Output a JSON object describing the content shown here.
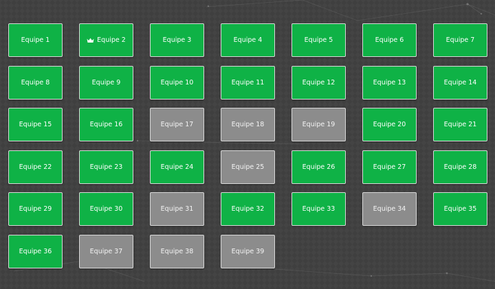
{
  "colors": {
    "background": "#3f3f3f",
    "active_tile": "#0fb246",
    "inactive_tile": "#8c8c8c",
    "tile_border": "#d9d9d9",
    "tile_text": "#ffffff"
  },
  "teams": [
    {
      "label": "Equipe 1",
      "status": "active"
    },
    {
      "label": "Equipe 2",
      "status": "active",
      "icon": "crown-icon"
    },
    {
      "label": "Equipe 3",
      "status": "active"
    },
    {
      "label": "Equipe 4",
      "status": "active"
    },
    {
      "label": "Equipe 5",
      "status": "active"
    },
    {
      "label": "Equipe 6",
      "status": "active"
    },
    {
      "label": "Equipe 7",
      "status": "active"
    },
    {
      "label": "Equipe 8",
      "status": "active"
    },
    {
      "label": "Equipe 9",
      "status": "active"
    },
    {
      "label": "Equipe 10",
      "status": "active"
    },
    {
      "label": "Equipe 11",
      "status": "active"
    },
    {
      "label": "Equipe 12",
      "status": "active"
    },
    {
      "label": "Equipe 13",
      "status": "active"
    },
    {
      "label": "Equipe 14",
      "status": "active"
    },
    {
      "label": "Equipe 15",
      "status": "active"
    },
    {
      "label": "Equipe 16",
      "status": "active"
    },
    {
      "label": "Equipe 17",
      "status": "inactive"
    },
    {
      "label": "Equipe 18",
      "status": "inactive"
    },
    {
      "label": "Equipe 19",
      "status": "inactive"
    },
    {
      "label": "Equipe 20",
      "status": "active"
    },
    {
      "label": "Equipe 21",
      "status": "active"
    },
    {
      "label": "Equipe 22",
      "status": "active"
    },
    {
      "label": "Equipe 23",
      "status": "active"
    },
    {
      "label": "Equipe 24",
      "status": "active"
    },
    {
      "label": "Equipe 25",
      "status": "inactive"
    },
    {
      "label": "Equipe 26",
      "status": "active"
    },
    {
      "label": "Equipe 27",
      "status": "active"
    },
    {
      "label": "Equipe 28",
      "status": "active"
    },
    {
      "label": "Equipe 29",
      "status": "active"
    },
    {
      "label": "Equipe 30",
      "status": "active"
    },
    {
      "label": "Equipe 31",
      "status": "inactive"
    },
    {
      "label": "Equipe 32",
      "status": "active"
    },
    {
      "label": "Equipe 33",
      "status": "active"
    },
    {
      "label": "Equipe 34",
      "status": "inactive"
    },
    {
      "label": "Equipe 35",
      "status": "active"
    },
    {
      "label": "Equipe 36",
      "status": "active"
    },
    {
      "label": "Equipe 37",
      "status": "inactive"
    },
    {
      "label": "Equipe 38",
      "status": "inactive"
    },
    {
      "label": "Equipe 39",
      "status": "inactive"
    }
  ]
}
